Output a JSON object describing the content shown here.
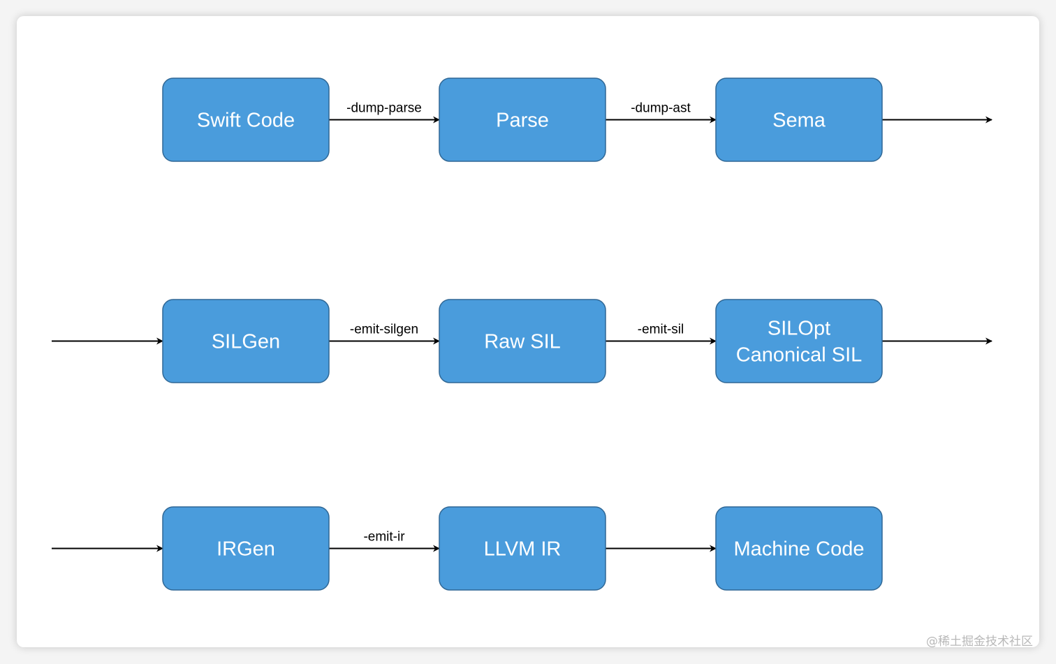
{
  "nodes": [
    {
      "id": "swift-code",
      "lines": [
        "Swift Code"
      ]
    },
    {
      "id": "parse",
      "lines": [
        "Parse"
      ]
    },
    {
      "id": "sema",
      "lines": [
        "Sema"
      ]
    },
    {
      "id": "silgen",
      "lines": [
        "SILGen"
      ]
    },
    {
      "id": "raw-sil",
      "lines": [
        "Raw SIL"
      ]
    },
    {
      "id": "silopt",
      "lines": [
        "SILOpt",
        "Canonical SIL"
      ]
    },
    {
      "id": "irgen",
      "lines": [
        "IRGen"
      ]
    },
    {
      "id": "llvm-ir",
      "lines": [
        "LLVM IR"
      ]
    },
    {
      "id": "machine-code",
      "lines": [
        "Machine Code"
      ]
    }
  ],
  "edges": [
    {
      "id": "swift-code-to-parse",
      "label": "-dump-parse"
    },
    {
      "id": "parse-to-sema",
      "label": "-dump-ast"
    },
    {
      "id": "sema-out",
      "label": ""
    },
    {
      "id": "in-to-silgen",
      "label": ""
    },
    {
      "id": "silgen-to-raw-sil",
      "label": "-emit-silgen"
    },
    {
      "id": "raw-sil-to-silopt",
      "label": "-emit-sil"
    },
    {
      "id": "silopt-out",
      "label": ""
    },
    {
      "id": "in-to-irgen",
      "label": ""
    },
    {
      "id": "irgen-to-llvm-ir",
      "label": "-emit-ir"
    },
    {
      "id": "llvm-ir-to-machine-code",
      "label": ""
    }
  ],
  "watermark": "@稀土掘金技术社区",
  "colors": {
    "node_fill": "#4a9cdc",
    "node_stroke": "#2f6795",
    "node_text": "#ffffff",
    "edge": "#000000"
  }
}
